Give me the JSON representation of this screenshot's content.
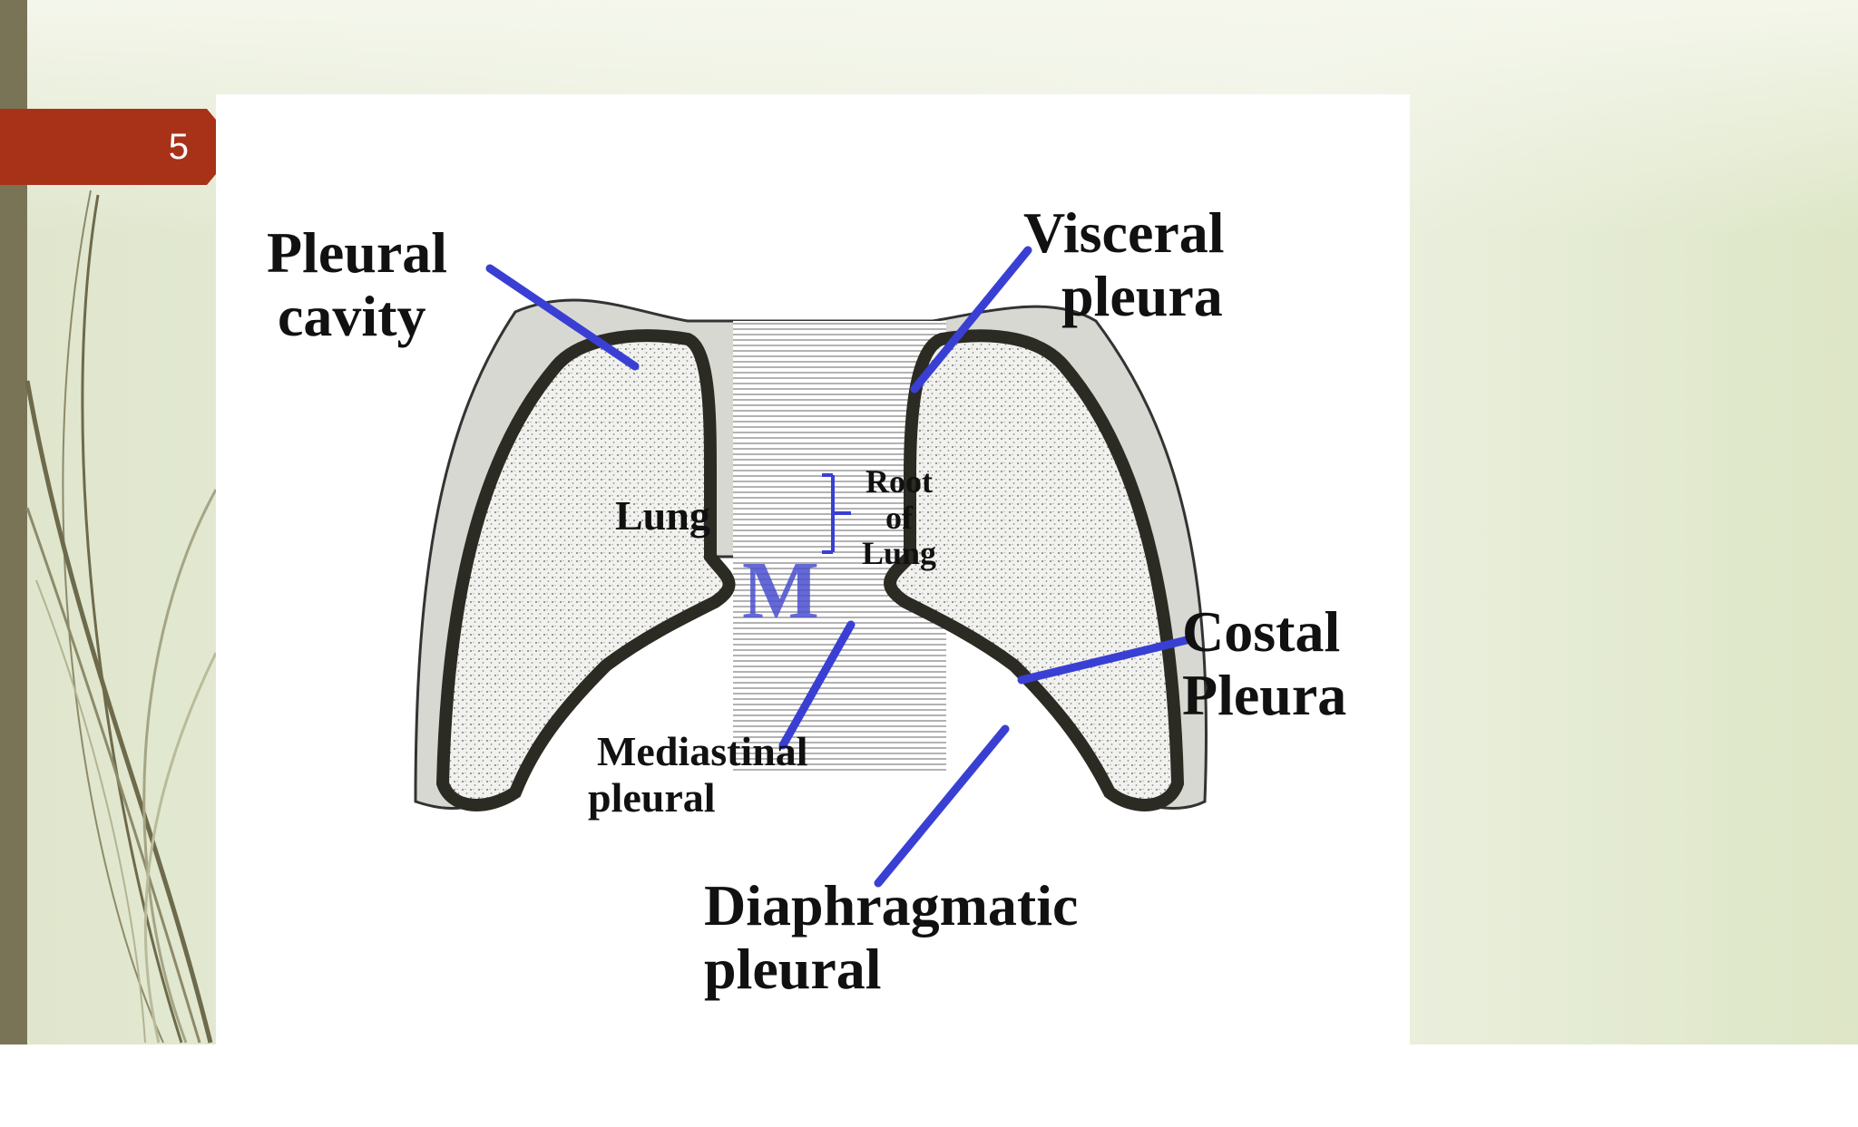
{
  "slide": {
    "number": "5"
  },
  "diagram": {
    "labels": {
      "pleural_cavity": [
        "Pleural",
        "cavity"
      ],
      "visceral_pleura": [
        "Visceral",
        "pleura"
      ],
      "costal_pleura": [
        "Costal",
        "Pleura"
      ],
      "mediastinal_pleural": [
        "Mediastinal",
        "pleural"
      ],
      "diaphragmatic_pleural": [
        "Diaphragmatic",
        "pleural"
      ],
      "lung": "Lung",
      "root_of_lung": [
        "Root",
        "of",
        "Lung"
      ],
      "mediastinum": "M"
    },
    "colors": {
      "pointer": "#3a3fd4",
      "mediastinum": "#4a4fd0",
      "pleura": "#2b2b24",
      "lung_fill": "#ececea",
      "slide_number_tab": "#a83218",
      "left_bar": "#7a7457"
    }
  }
}
